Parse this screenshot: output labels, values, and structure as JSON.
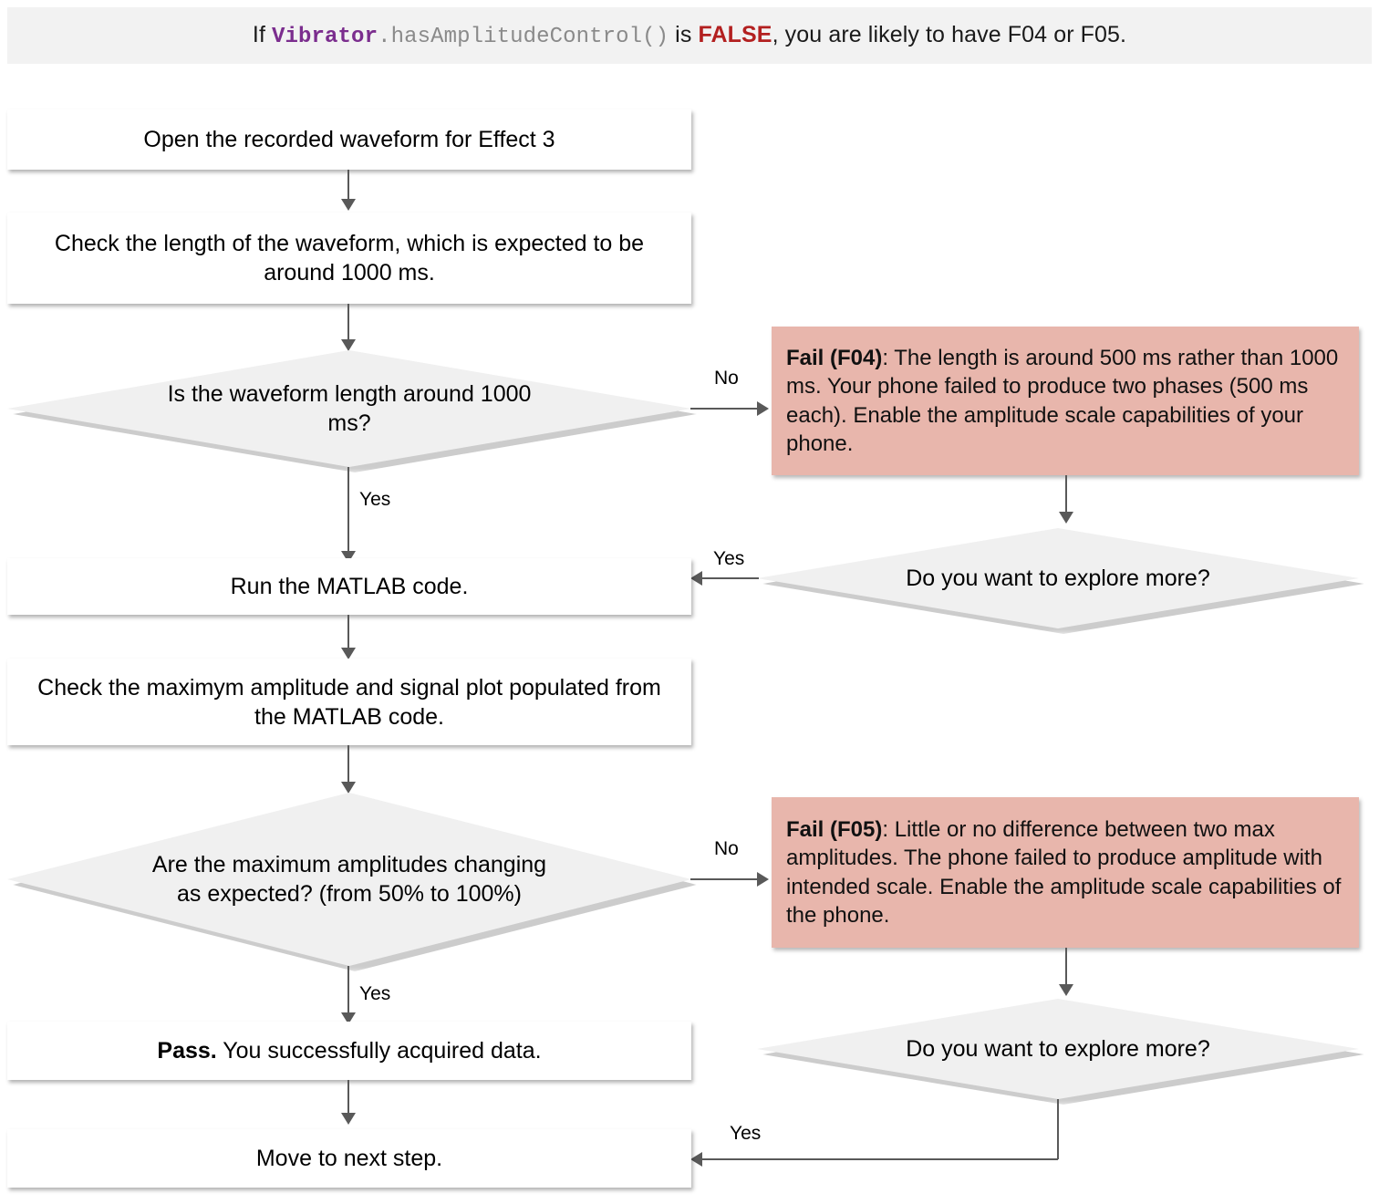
{
  "header": {
    "prefix": "If ",
    "code_class": "Vibrator",
    "code_method": ".hasAmplitudeControl()",
    "middle": " is ",
    "keyword": "FALSE",
    "suffix": ", you are likely to have F04 or F05."
  },
  "nodes": {
    "open_waveform": {
      "type": "process",
      "text": "Open the recorded waveform for Effect 3"
    },
    "check_length": {
      "type": "process",
      "text": "Check the length of the waveform, which is expected to be around 1000 ms."
    },
    "decide_length": {
      "type": "decision",
      "text": "Is the waveform length around 1000 ms?"
    },
    "fail_f04": {
      "type": "fail",
      "bold_prefix": "Fail (F04)",
      "text": ": The length is around 500 ms rather than 1000 ms. Your phone failed to produce two phases (500 ms each). Enable the amplitude scale capabilities of your phone."
    },
    "explore_more_1": {
      "type": "decision",
      "text": "Do you want to explore more?"
    },
    "run_matlab": {
      "type": "process",
      "text": "Run the MATLAB code."
    },
    "check_amplitude": {
      "type": "process",
      "text": "Check the maximym amplitude and signal plot populated from the MATLAB code."
    },
    "decide_amplitude": {
      "type": "decision",
      "text": "Are the maximum amplitudes changing as expected? (from 50% to 100%)"
    },
    "fail_f05": {
      "type": "fail",
      "bold_prefix": "Fail (F05)",
      "text": ": Little or no difference between two max amplitudes. The phone failed to produce amplitude with intended scale. Enable the amplitude scale capabilities of the phone."
    },
    "explore_more_2": {
      "type": "decision",
      "text": "Do you want to explore more?"
    },
    "pass_node": {
      "type": "process",
      "bold_prefix": "Pass.",
      "text": " You successfully acquired data."
    },
    "next_step": {
      "type": "process",
      "text": "Move to next step."
    }
  },
  "edges": {
    "length_no": "No",
    "length_yes": "Yes",
    "explore1_yes": "Yes",
    "amplitude_no": "No",
    "amplitude_yes": "Yes",
    "explore2_yes": "Yes"
  },
  "colors": {
    "banner_bg": "#f2f2f2",
    "process_bg": "#ffffff",
    "decision_bg": "#f0f0f0",
    "fail_bg": "#e8b6ac",
    "connector": "#595959",
    "code_class": "#7b2d8e",
    "code_method": "#8a8a8a",
    "keyword_false": "#b32020",
    "text": "#000000"
  }
}
